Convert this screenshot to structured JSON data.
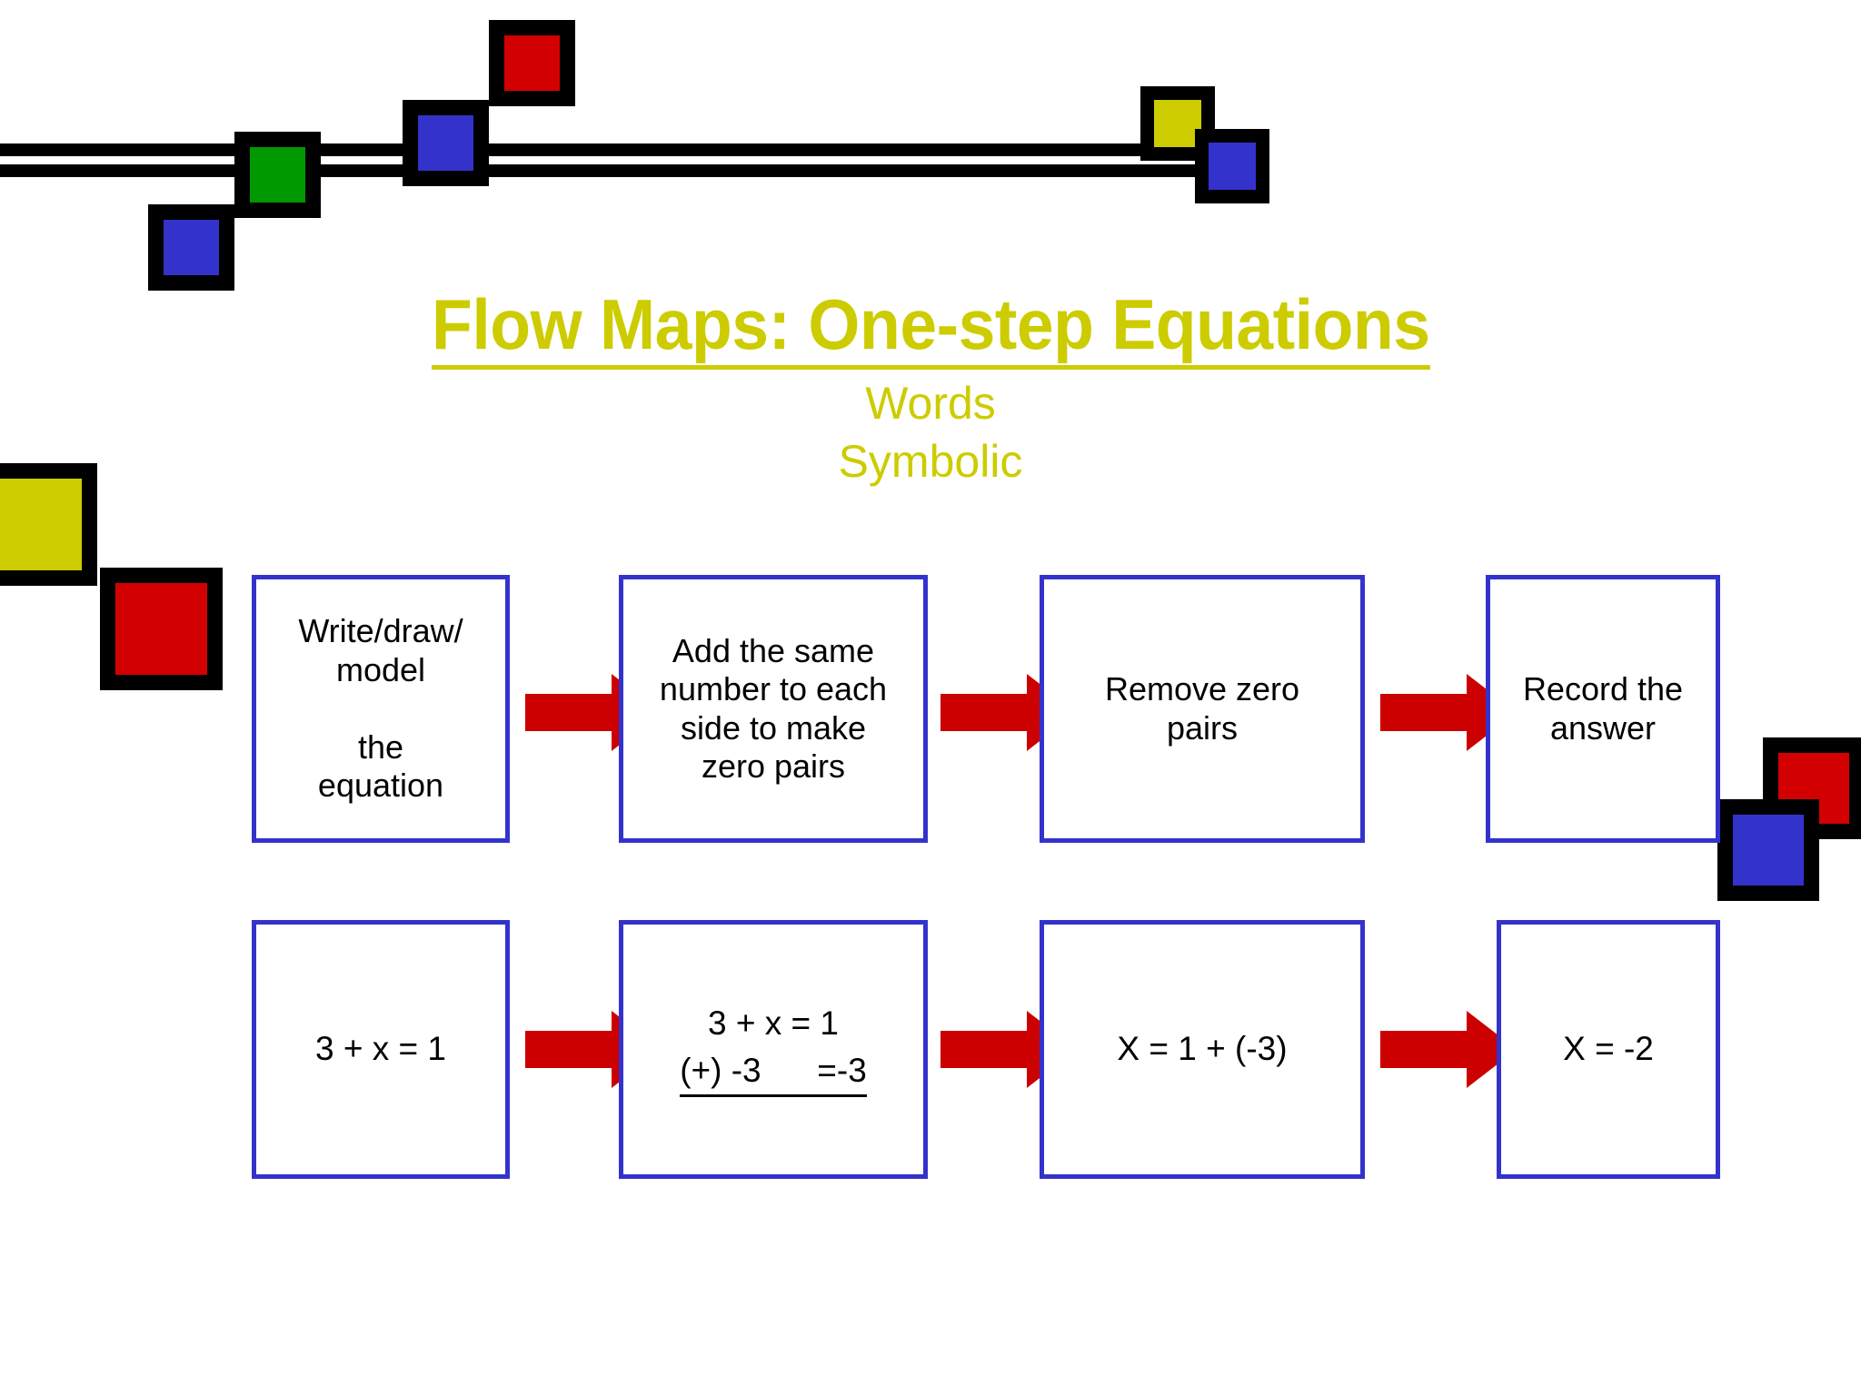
{
  "slide": {
    "title": "Flow Maps:  One-step Equations",
    "subtitle_line1": "Words",
    "subtitle_line2": "Symbolic"
  },
  "colors": {
    "title_yellow": "#CCCC00",
    "box_border_blue": "#3333CC",
    "arrow_red": "#CC0000",
    "deco_black": "#000000",
    "deco_green": "#009900",
    "deco_red": "#D20000",
    "deco_blue": "#3333CC",
    "deco_yellow": "#CCCC00"
  },
  "flow": {
    "words_row": {
      "label": "Words",
      "steps": [
        {
          "id": "step-1",
          "text": "Write/draw/\nmodel\n\nthe\nequation"
        },
        {
          "id": "step-2",
          "text": "Add the same\nnumber to each\nside to make\nzero pairs"
        },
        {
          "id": "step-3",
          "text": "Remove zero\npairs"
        },
        {
          "id": "step-4",
          "text": "Record the\nanswer"
        }
      ],
      "arrows": [
        "arrow-1",
        "arrow-2",
        "arrow-3"
      ]
    },
    "symbolic_row": {
      "label": "Symbolic",
      "steps": [
        {
          "id": "sym-1",
          "text": "3 + x = 1"
        },
        {
          "id": "sym-2",
          "line1": "3 + x = 1",
          "line2": "(+) -3      =-3"
        },
        {
          "id": "sym-3",
          "text": "X = 1 + (-3)"
        },
        {
          "id": "sym-4",
          "text": "X = -2"
        }
      ],
      "arrows": [
        "arrow-4",
        "arrow-5",
        "arrow-6"
      ]
    }
  },
  "decorations": {
    "top_band": "double-horizontal-rule",
    "squares": [
      {
        "name": "deco-square-green",
        "color": "#009900"
      },
      {
        "name": "deco-square-blue-lower-left",
        "color": "#3333CC"
      },
      {
        "name": "deco-square-blue-mid",
        "color": "#3333CC"
      },
      {
        "name": "deco-square-red-top",
        "color": "#D20000"
      },
      {
        "name": "deco-square-yellow-topright",
        "color": "#CCCC00"
      },
      {
        "name": "deco-square-blue-topright",
        "color": "#3333CC"
      },
      {
        "name": "deco-square-yellow-left",
        "color": "#CCCC00"
      },
      {
        "name": "deco-square-red-left",
        "color": "#D20000"
      },
      {
        "name": "deco-square-red-right",
        "color": "#D20000"
      },
      {
        "name": "deco-square-blue-right",
        "color": "#3333CC"
      }
    ]
  }
}
